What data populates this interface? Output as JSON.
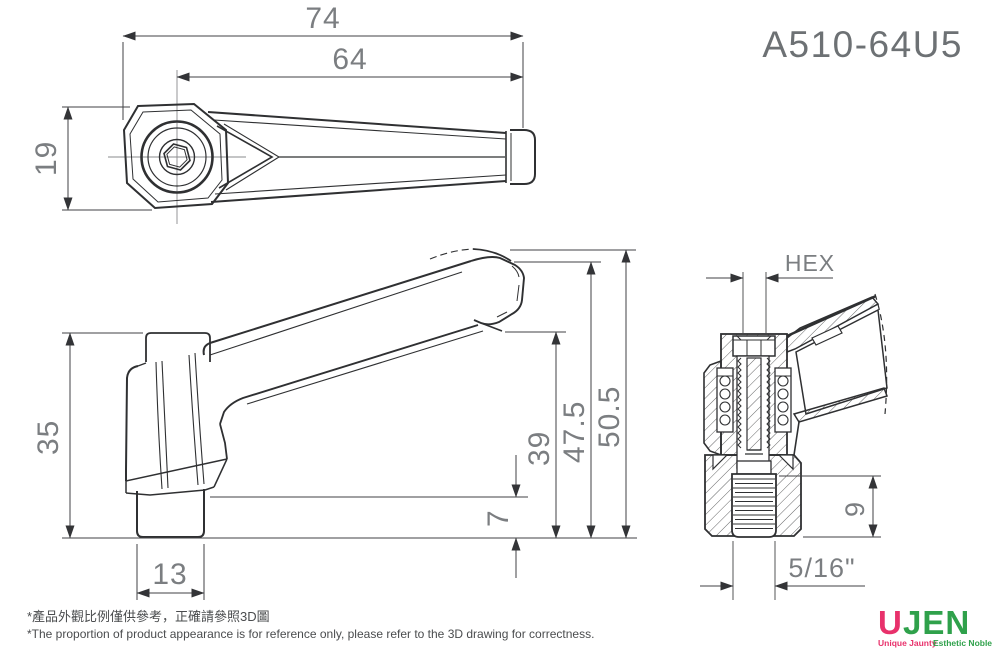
{
  "drawing": {
    "part_number": "A510-64U5",
    "views": {
      "top": {
        "dims": {
          "overall_length": "74",
          "handle_length": "64",
          "head_width": "19"
        }
      },
      "side": {
        "dims": {
          "body_height": "35",
          "boss_diameter": "13",
          "boss_protrusion": "7",
          "lever_low": "39",
          "lever_mid": "47.5",
          "overall_height": "50.5"
        }
      },
      "section": {
        "dims": {
          "socket": "HEX",
          "stud_length": "9",
          "thread": "5/16\""
        }
      }
    },
    "notes": {
      "zh": "*產品外觀比例僅供參考，正確請參照3D圖",
      "en": "*The proportion of product appearance is for reference only, please refer to the 3D drawing for correctness."
    },
    "logo": {
      "part1": "U",
      "part2": "JEN",
      "tagline_part1": "Unique Jaunty",
      "tagline_part2": "Esthetic Noble",
      "color_pink": "#e8316b",
      "color_green": "#2fa14b"
    },
    "colors": {
      "line": "#2f3032",
      "thin_line": "#55565a",
      "dim_text": "#7b7e81",
      "title_text": "#6d7174",
      "note_text": "#4a4c4e"
    }
  }
}
